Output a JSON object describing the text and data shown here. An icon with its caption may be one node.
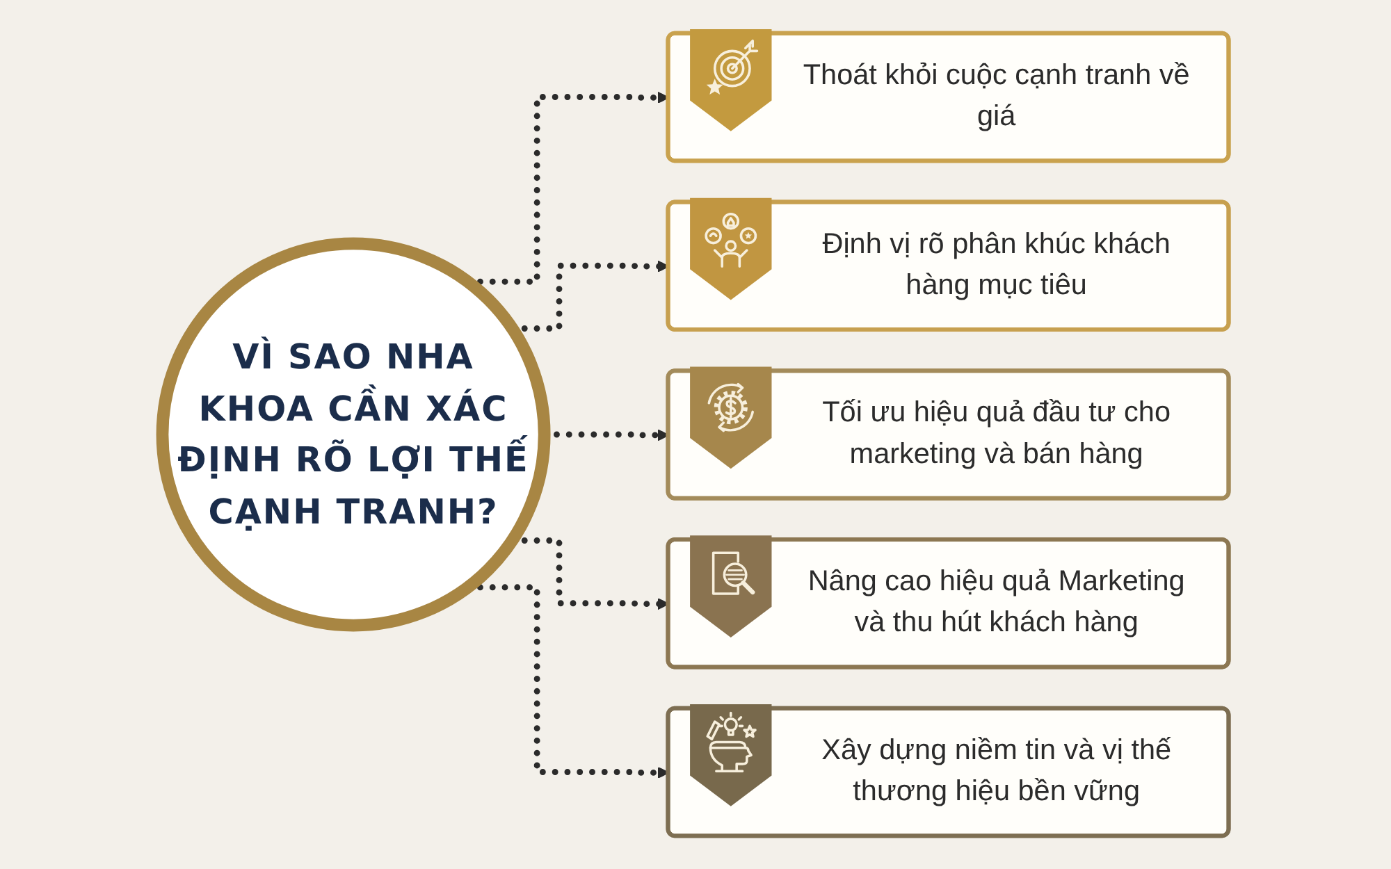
{
  "diagram": {
    "nodes": [
      {
        "text": [
          "VÌ SAO NHA KHOA CẦN XÁC ĐỊNH RÕ LỢI THẾ CẠNH TRANH?"
        ]
      },
      {
        "text": [
          "Thoát khỏi cuộc cạnh tranh về giá"
        ]
      },
      {
        "text": [
          "Định vị rõ phân khúc khách hàng mục tiêu"
        ]
      },
      {
        "text": [
          "Tối ưu hiệu quả đầu tư cho marketing và bán hàng"
        ]
      },
      {
        "text": [
          "Nâng cao hiệu quả Marketing và thu hút khách hàng"
        ]
      },
      {
        "text": [
          "Xây dựng niềm tin và vị thế thương hiệu bền vững"
        ]
      }
    ],
    "edges": [
      {
        "from": 0,
        "to": 1,
        "arrow": "to",
        "style": "dashed"
      },
      {
        "from": 0,
        "to": 2,
        "arrow": "to",
        "style": "dashed"
      },
      {
        "from": 0,
        "to": 3,
        "arrow": "to",
        "style": "dashed"
      },
      {
        "from": 0,
        "to": 4,
        "arrow": "to",
        "style": "dashed"
      },
      {
        "from": 0,
        "to": 5,
        "arrow": "to",
        "style": "dashed"
      }
    ]
  }
}
